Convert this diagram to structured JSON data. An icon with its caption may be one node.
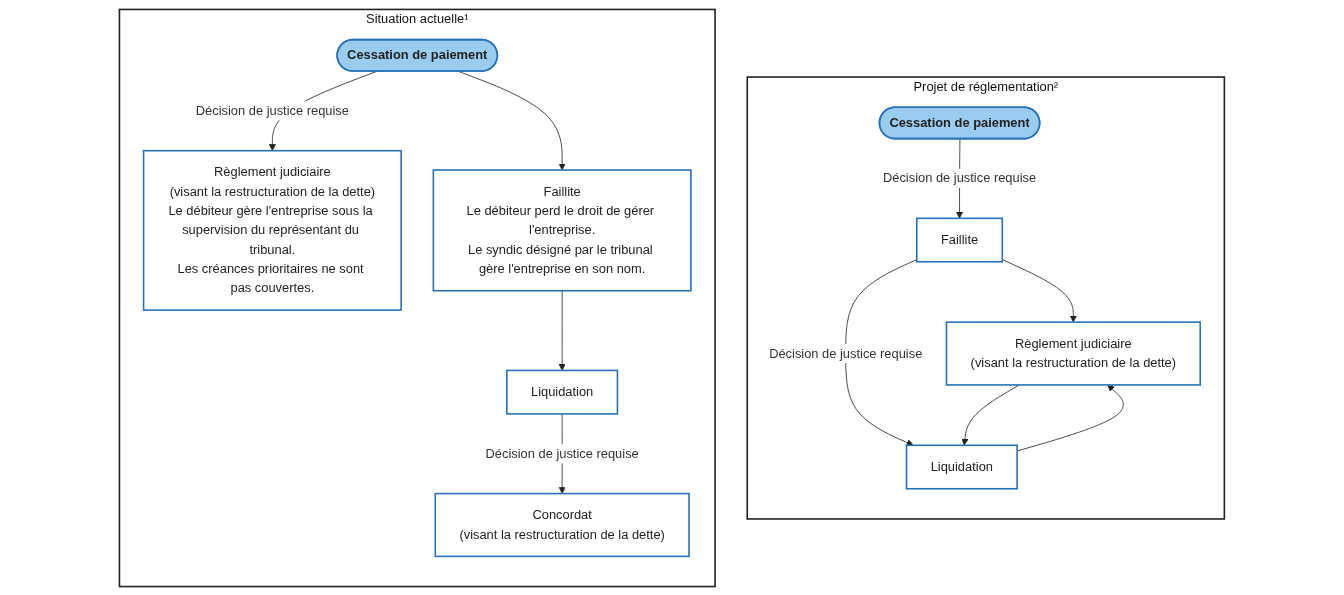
{
  "diagram": {
    "nodes": [
      {
        "text": [
          "Situation actuelle¹"
        ]
      },
      {
        "text": [
          "Cessation de paiement"
        ],
        "in": 0
      },
      {
        "text": [
          "Règlement judiciaire",
          "(visant la restructuration de la dette)",
          "Le débiteur gère l'entreprise sous la supervision du représentant du tribunal.",
          "Les créances prioritaires ne sont pas couvertes."
        ],
        "in": 0
      },
      {
        "text": [
          "Faillite",
          "Le débiteur perd le droit de gérer l'entreprise.",
          "Le syndic désigné par le tribunal gère l'entreprise en son nom."
        ],
        "in": 0
      },
      {
        "text": [
          "Concordat",
          "(visant la restructuration de la dette)"
        ],
        "in": 0
      },
      {
        "text": [
          "Liquidation"
        ],
        "in": 0
      },
      {
        "text": [
          "Projet de réglementation²"
        ]
      },
      {
        "text": [
          "Cessation de paiement"
        ],
        "in": 6
      },
      {
        "text": [
          "Faillite"
        ],
        "in": 6
      },
      {
        "text": [
          "Règlement judiciaire",
          "(visant la restructuration de la dette)"
        ],
        "in": 6
      },
      {
        "text": [
          "Liquidation"
        ],
        "in": 6
      }
    ],
    "edges": [
      {
        "from": 1,
        "to": 2,
        "arrow": "to",
        "label": "Décision de justice requise"
      },
      {
        "from": 1,
        "to": 3,
        "arrow": "to"
      },
      {
        "from": 3,
        "to": 5,
        "arrow": "to"
      },
      {
        "from": 5,
        "to": 4,
        "arrow": "to",
        "label": "Décision de justice requise"
      },
      {
        "from": 7,
        "to": 8,
        "arrow": "to",
        "label": "Décision de justice requise"
      },
      {
        "from": 8,
        "to": 9,
        "arrow": "to"
      },
      {
        "from": 8,
        "to": 10,
        "arrow": "to",
        "label": "Décision de justice requise"
      },
      {
        "from": 10,
        "to": 9,
        "arrow": "to"
      },
      {
        "from": 9,
        "to": 10,
        "arrow": "to"
      }
    ]
  }
}
